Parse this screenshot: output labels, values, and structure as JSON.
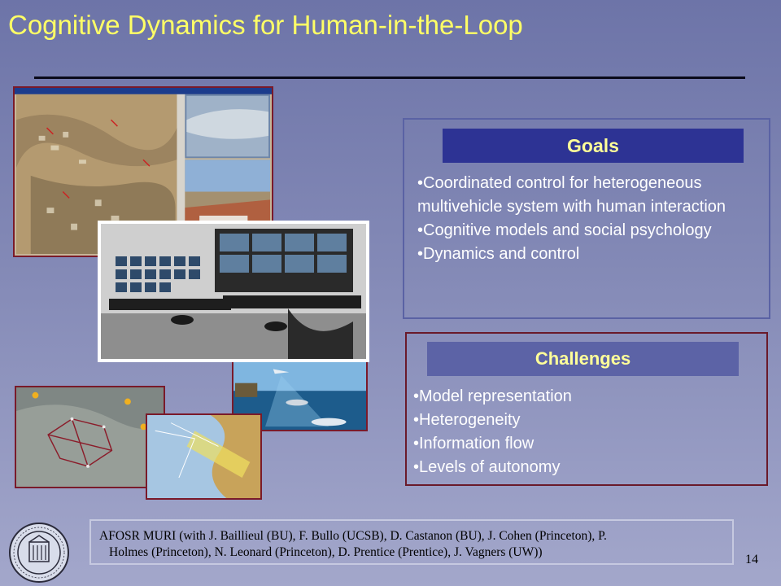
{
  "slide": {
    "title": "Cognitive Dynamics for Human-in-the-Loop",
    "page_number": "14",
    "colors": {
      "title": "#ffff66",
      "goals_header": "#2d3394",
      "challenges_header": "#5c63a6",
      "challenges_border": "#6a1a2a"
    }
  },
  "goals": {
    "header": "Goals",
    "items": [
      "•Coordinated control for heterogeneous multivehicle system with human interaction",
      "•Cognitive models and social psychology",
      "•Dynamics and control"
    ]
  },
  "challenges": {
    "header": "Challenges",
    "items": [
      "•Model representation",
      "•Heterogeneity",
      "•Information flow",
      "•Levels of autonomy"
    ]
  },
  "footer": {
    "line1": "AFOSR MURI (with J. Baillieul (BU), F. Bullo (UCSB), D. Castanon (BU), J. Cohen (Princeton), P.",
    "line2": "Holmes (Princeton), N. Leonard (Princeton), D. Prentice (Prentice), J. Vagners (UW))"
  },
  "images": {
    "satellite_software": "map-software-screenshot",
    "control_room": "control-room-photo",
    "ocean_vehicles": "ocean-vehicles-illustration",
    "terrain_network": "terrain-network-illustration",
    "coastal_paths": "coastal-paths-illustration",
    "seal": "university-seal"
  }
}
